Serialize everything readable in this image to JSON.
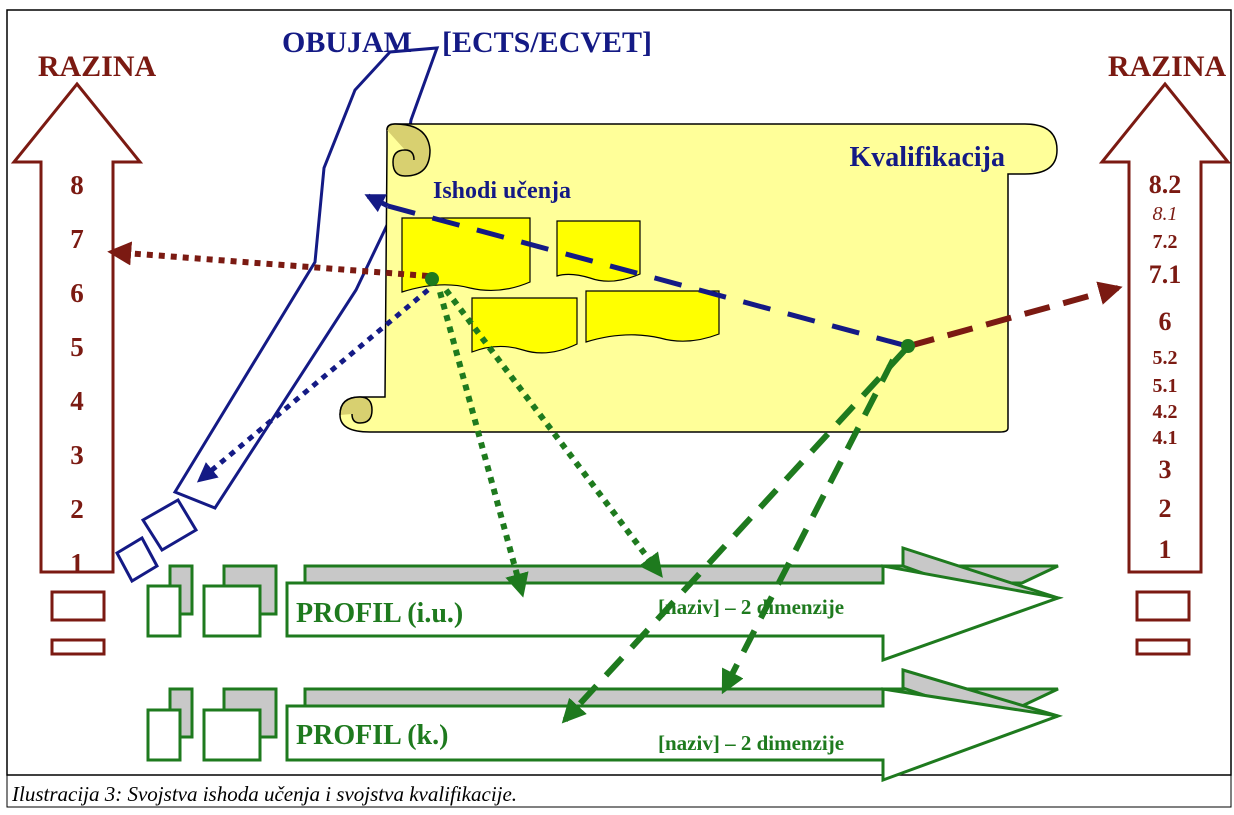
{
  "diagram": {
    "left_scale": {
      "title": "RAZINA",
      "levels": [
        "8",
        "7",
        "6",
        "5",
        "4",
        "3",
        "2",
        "1"
      ]
    },
    "right_scale": {
      "title": "RAZINA",
      "levels": [
        "8.2",
        "8.1",
        "7.2",
        "7.1",
        "6",
        "5.2",
        "5.1",
        "4.2",
        "4.1",
        "3",
        "2",
        "1"
      ]
    },
    "volume_label": "OBUJAM    [ECTS/ECVET]",
    "scroll": {
      "title": "Kvalifikacija",
      "subtitle": "Ishodi učenja"
    },
    "profiles": [
      {
        "label": "PROFIL (i.u.)",
        "note": "[naziv] – 2 dimenzije"
      },
      {
        "label": "PROFIL (k.)",
        "note": "[naziv] – 2 dimenzije"
      }
    ],
    "caption": "Ilustracija 3: Svojstva ishoda učenja i svojstva kvalifikacije.",
    "colors": {
      "level_red": "#7b1a12",
      "navy": "#141a85",
      "green": "#1e7a1e",
      "scroll_fill": "#ffff99",
      "outcome_fill": "#ffff00",
      "band_gray": "#c8c8c8"
    }
  }
}
